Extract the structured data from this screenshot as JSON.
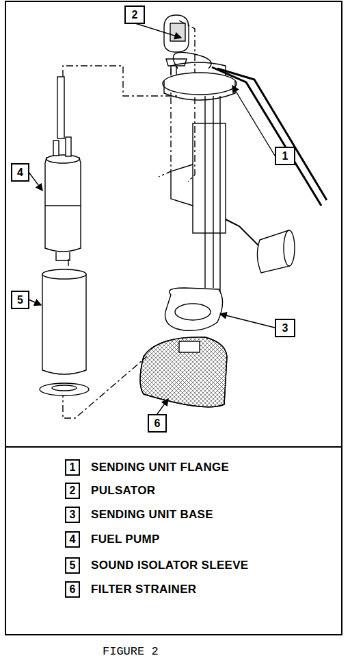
{
  "diagram": {
    "caption": "FIGURE 2",
    "nodes": [
      {
        "text": [
          "2"
        ]
      },
      {
        "text": [
          "1"
        ]
      },
      {
        "text": [
          "4"
        ]
      },
      {
        "text": [
          "5"
        ]
      },
      {
        "text": [
          "3"
        ]
      },
      {
        "text": [
          "6"
        ]
      },
      {
        "text": [
          "1"
        ]
      },
      {
        "text": [
          "2"
        ]
      },
      {
        "text": [
          "3"
        ]
      },
      {
        "text": [
          "4"
        ]
      },
      {
        "text": [
          "5"
        ]
      },
      {
        "text": [
          "6"
        ]
      }
    ],
    "labels": [
      "SENDING UNIT FLANGE",
      "PULSATOR",
      "SENDING UNIT BASE",
      "FUEL PUMP",
      "SOUND ISOLATOR SLEEVE",
      "FILTER STRAINER"
    ]
  }
}
